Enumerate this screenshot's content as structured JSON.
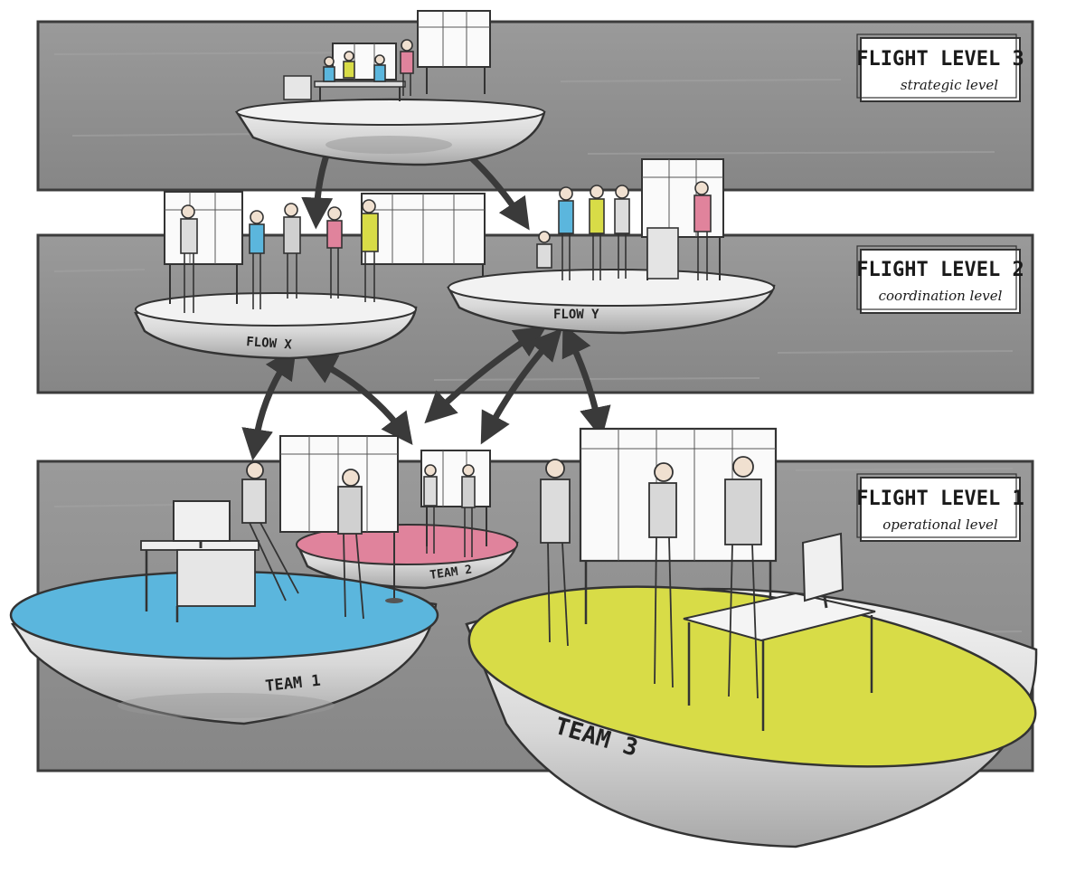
{
  "levels": [
    {
      "title": "FLIGHT LEVEL 3",
      "subtitle": "strategic level"
    },
    {
      "title": "FLIGHT LEVEL 2",
      "subtitle": "coordination level"
    },
    {
      "title": "FLIGHT LEVEL 1",
      "subtitle": "operational level"
    }
  ],
  "platforms": {
    "flow_x": "FLOW X",
    "flow_y": "FLOW Y",
    "team_1": "TEAM 1",
    "team_2": "TEAM 2",
    "team_3": "TEAM 3"
  },
  "colors": {
    "band": "#8d8d8d",
    "band_border": "#3c3c3c",
    "dish": "#ececec",
    "dish_shade": "#bdbdbd",
    "team_1": "#5bb6dd",
    "team_2": "#e0839c",
    "team_3": "#d8dc47",
    "arrow": "#3a3a3a"
  },
  "icons": [
    "kanban-board-icon",
    "person-icon",
    "desk-icon",
    "monitor-icon",
    "bidirectional-arrow-icon"
  ]
}
